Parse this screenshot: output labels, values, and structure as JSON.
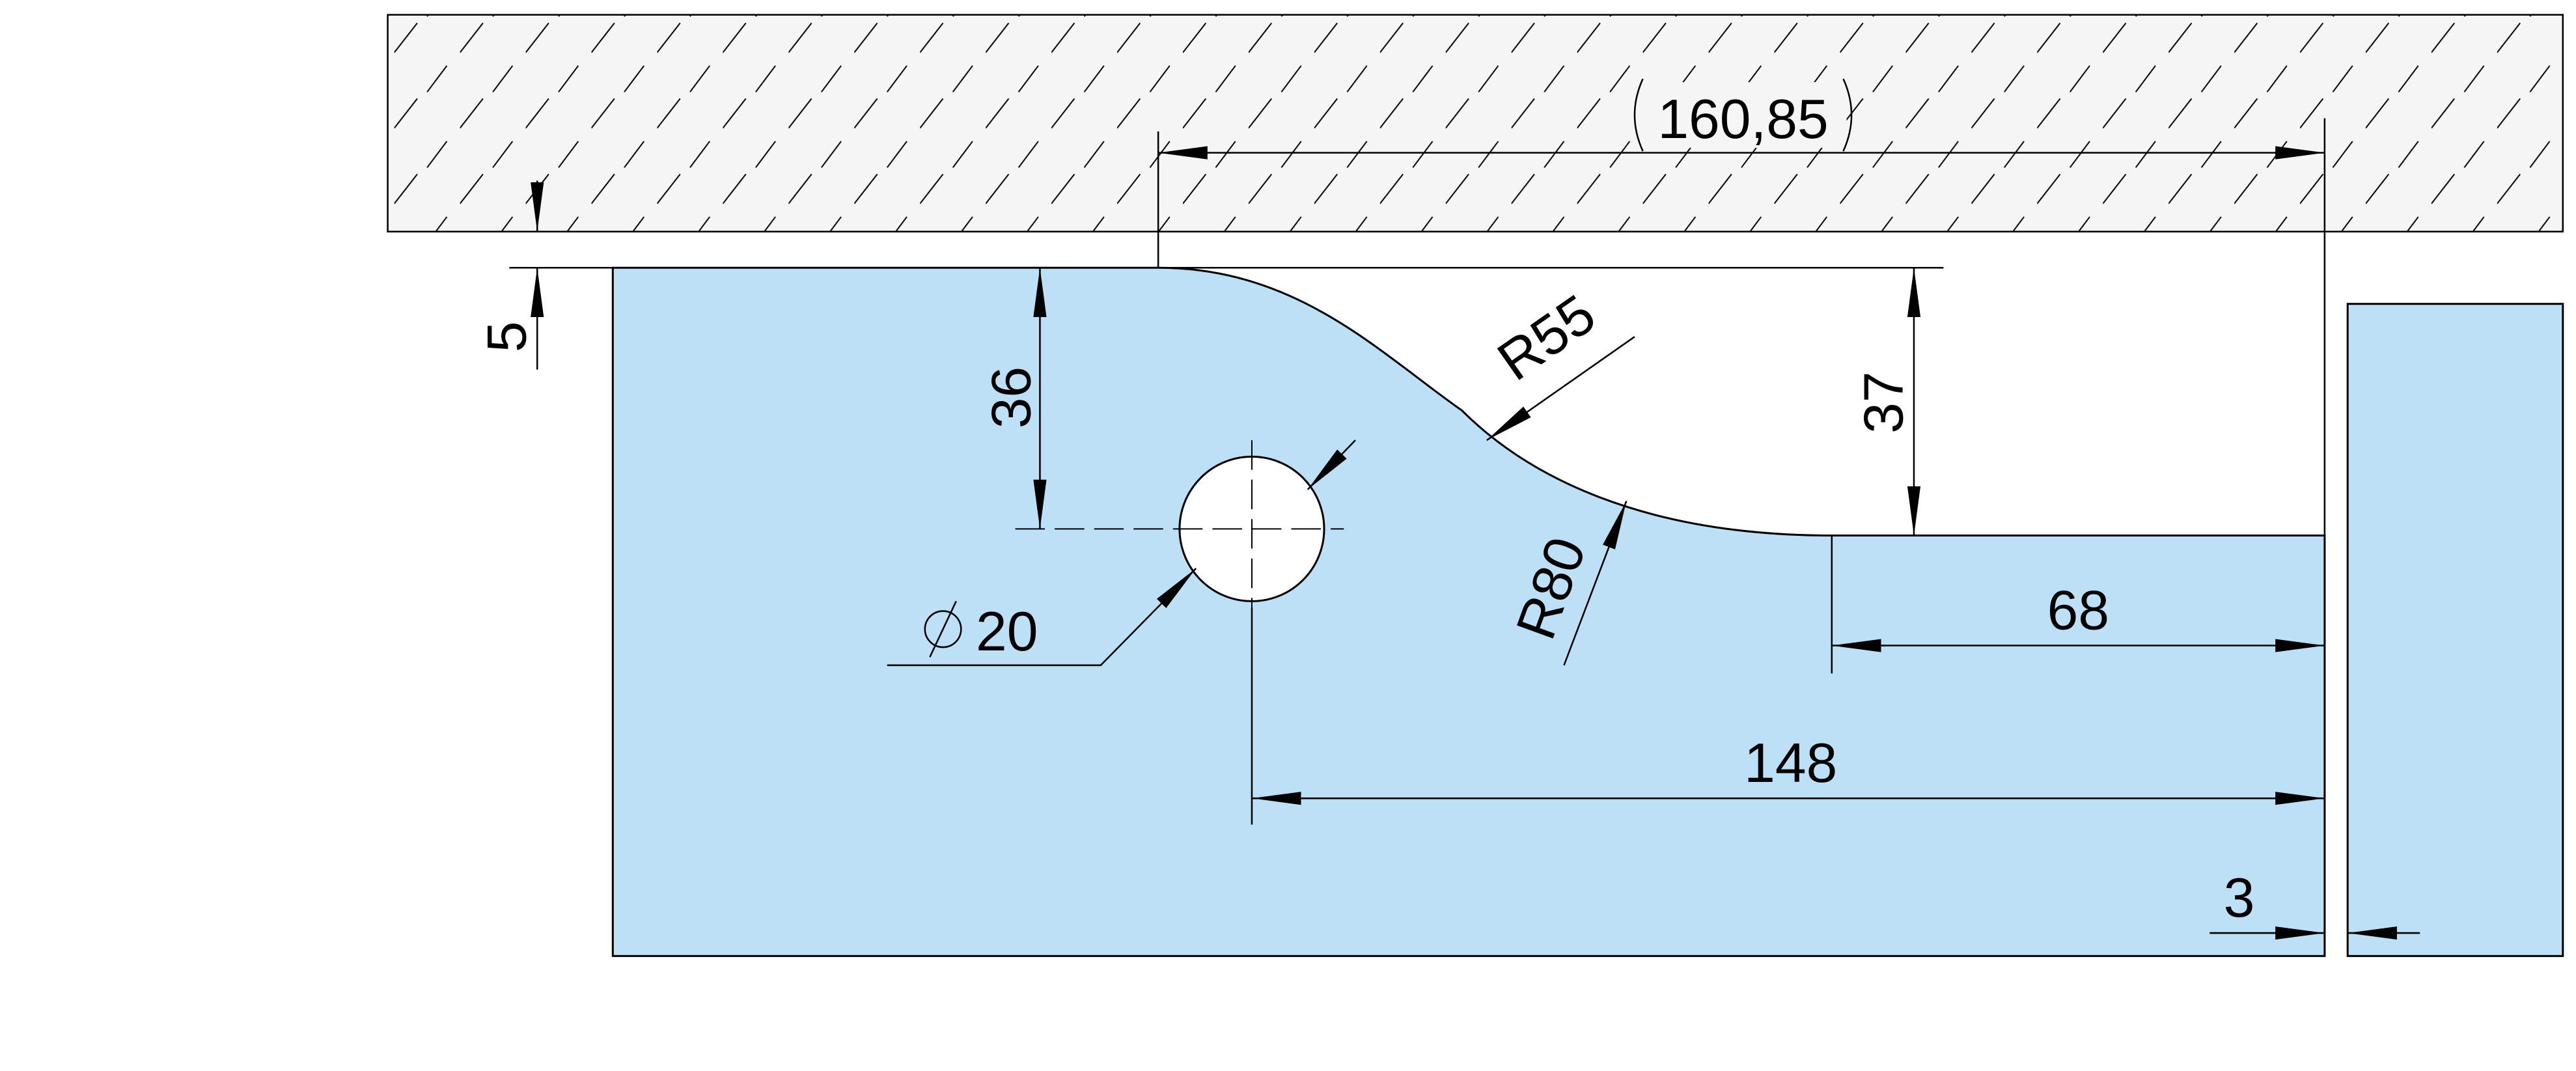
{
  "colors": {
    "glass": "#bde0f7",
    "wall": "#f5f5f5",
    "line": "#000000"
  },
  "dimensions": {
    "overall_reference": "160,85",
    "gap_top": "5",
    "depth_left": "36",
    "depth_right": "37",
    "radius_upper": "R55",
    "radius_lower": "R80",
    "hole_diameter": "20",
    "tongue_length": "68",
    "hole_to_edge": "148",
    "gap_side": "3"
  }
}
